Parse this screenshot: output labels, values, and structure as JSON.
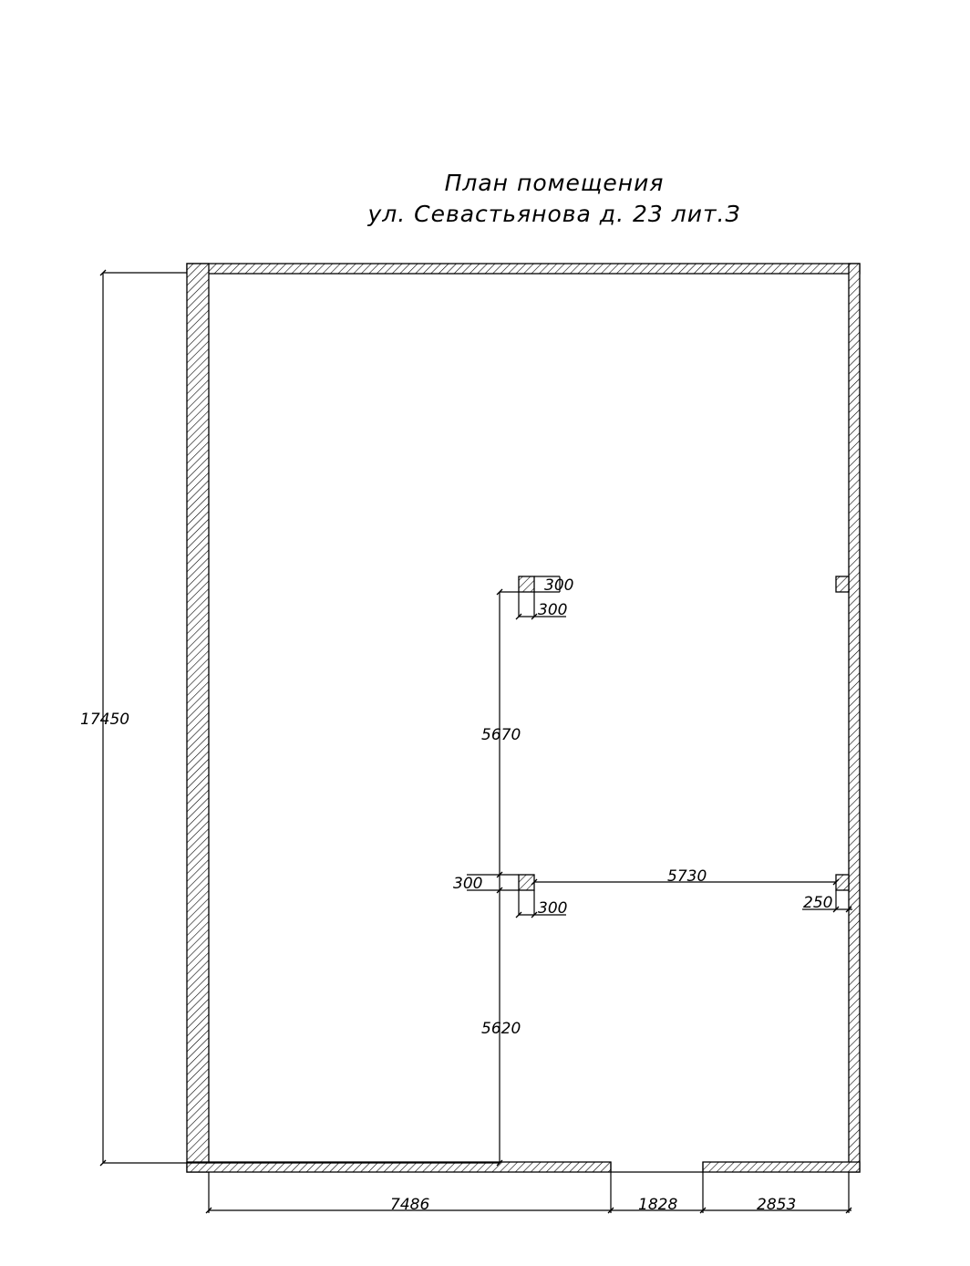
{
  "title": {
    "line1": "План помещения",
    "line2": "ул. Севастьянова д. 23  лит.З"
  },
  "dimensions": {
    "overall_height": "17450",
    "upper_span": "5670",
    "lower_span": "5620",
    "beam_span": "5730",
    "column_top_width": "300",
    "column_top_depth": "300",
    "column_mid_width": "300",
    "column_mid_depth": "300",
    "wall_offset": "250",
    "bottom_left": "7486",
    "bottom_door": "1828",
    "bottom_right": "2853"
  }
}
